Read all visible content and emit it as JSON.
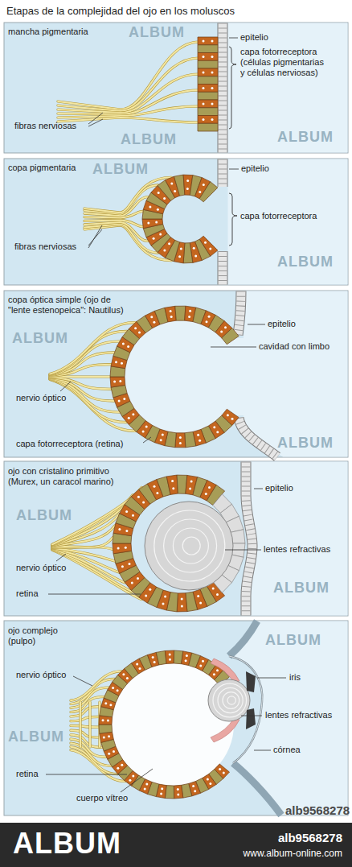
{
  "diagram": {
    "title": "Etapas de la complejidad del ojo en los moluscos",
    "nodes": [
      {
        "text": [
          "mancha pigmentaria",
          "epitelio",
          "capa fotorreceptora (células pigmentarias y células nerviosas)",
          "fibras nerviosas"
        ]
      },
      {
        "text": [
          "copa pigmentaria",
          "epitelio",
          "capa fotorreceptora",
          "fibras nerviosas"
        ]
      },
      {
        "text": [
          "copa óptica simple (ojo de \"lente estenopeica\": Nautilus)",
          "epitelio",
          "cavidad con limbo",
          "nervio óptico",
          "capa fotorreceptora (retina)"
        ]
      },
      {
        "text": [
          "ojo con cristalino primitivo (Murex, un caracol marino)",
          "epitelio",
          "lentes refractivas",
          "nervio óptico",
          "retina"
        ]
      },
      {
        "text": [
          "ojo complejo (pulpo)",
          "nervio óptico",
          "iris",
          "lentes refractivas",
          "córnea",
          "retina",
          "cuerpo vítreo"
        ]
      },
      {
        "text": [
          "ALBUM",
          "alb9568278",
          "www.album-online.com"
        ]
      }
    ],
    "labels": [
      "ALBUM",
      "ALBUM",
      "ALBUM",
      "ALBUM",
      "ALBUM",
      "ALBUM",
      "ALBUM",
      "ALBUM",
      "ALBUM",
      "ALBUM",
      "ALBUM",
      "alb9568278"
    ]
  }
}
